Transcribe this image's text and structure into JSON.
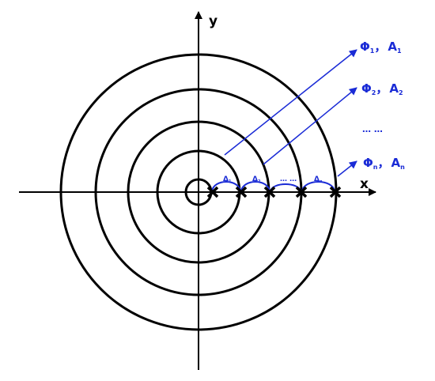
{
  "axes": {
    "x_label": "x",
    "y_label": "y"
  },
  "labels": [
    {
      "phi": "Φ",
      "phi_sub": "1",
      "sep": "，",
      "a": "A",
      "a_sub": "1"
    },
    {
      "phi": "Φ",
      "phi_sub": "2",
      "sep": "，",
      "a": "A",
      "a_sub": "2"
    },
    {
      "phi": "Φ",
      "phi_sub": "n",
      "sep": "，",
      "a": "A",
      "a_sub": "n"
    }
  ],
  "ellipsis_right": "… …",
  "ellipsis_axis": "… …",
  "deltas": [
    {
      "sym": "Δ",
      "sub": "1"
    },
    {
      "sym": "Δ",
      "sub": "2"
    },
    {
      "sym": "Δ",
      "sub": "n"
    }
  ],
  "colors": {
    "line": "#000000",
    "accent": "#1a2bd6"
  }
}
